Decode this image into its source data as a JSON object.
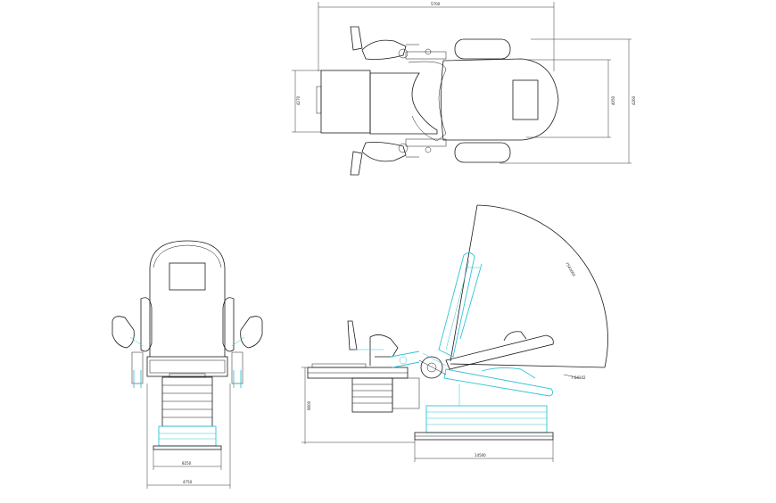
{
  "drawing": {
    "colors": {
      "line": "#1a1a1a",
      "accent": "#2fc4d6",
      "background": "#ffffff"
    },
    "dimensions": {
      "top_width": "5700",
      "top_height_outer": "4260",
      "top_height_inner": "4050",
      "top_left_height": "4270",
      "front_base_width": "8250",
      "front_overall_width": "4750",
      "side_height": "9600",
      "side_base_width": "14500",
      "side_angle": "7.64102",
      "side_arc": "7543002"
    }
  }
}
